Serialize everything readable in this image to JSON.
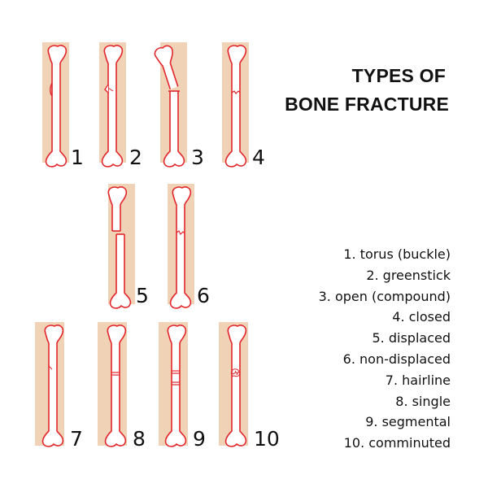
{
  "title": {
    "line1": "TYPES OF",
    "line2": "BONE FRACTURE"
  },
  "colors": {
    "skin": "#f0d2b6",
    "bone_outline": "#e3262b",
    "bone_fill": "#ffffff",
    "text": "#111111"
  },
  "bones": [
    {
      "number": "1",
      "fracture": "torus"
    },
    {
      "number": "2",
      "fracture": "greenstick"
    },
    {
      "number": "3",
      "fracture": "open"
    },
    {
      "number": "4",
      "fracture": "closed"
    },
    {
      "number": "5",
      "fracture": "displaced"
    },
    {
      "number": "6",
      "fracture": "non-displaced"
    },
    {
      "number": "7",
      "fracture": "hairline"
    },
    {
      "number": "8",
      "fracture": "single"
    },
    {
      "number": "9",
      "fracture": "segmental"
    },
    {
      "number": "10",
      "fracture": "comminuted"
    }
  ],
  "legend": [
    "1.  torus (buckle)",
    "2.  greenstick",
    "3.  open (compound)",
    "4.  closed",
    "5.  displaced",
    "6.  non-displaced",
    "7.  hairline",
    "8.  single",
    "9.  segmental",
    "10.  comminuted"
  ]
}
